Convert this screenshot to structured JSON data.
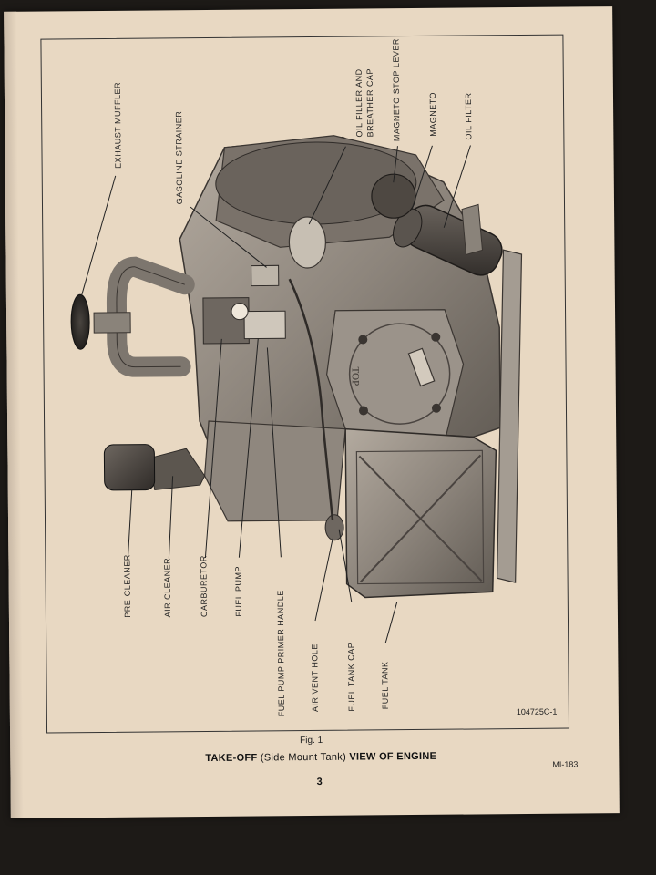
{
  "labels": {
    "exhaust_muffler": "EXHAUST MUFFLER",
    "gasoline_strainer": "GASOLINE STRAINER",
    "oil_filler": "OIL FILLER AND",
    "oil_filler_2": "BREATHER CAP",
    "magneto_stop_lever": "MAGNETO STOP LEVER",
    "magneto": "MAGNETO",
    "oil_filter": "OIL FILTER",
    "pre_cleaner": "PRE-CLEANER",
    "air_cleaner": "AIR CLEANER",
    "carburetor": "CARBURETOR",
    "fuel_pump": "FUEL PUMP",
    "fuel_pump_primer_handle": "FUEL PUMP PRIMER HANDLE",
    "air_vent_hole": "AIR VENT HOLE",
    "fuel_tank_cap": "FUEL TANK CAP",
    "fuel_tank": "FUEL TANK",
    "top_stamp": "TOP"
  },
  "figure_number": "Fig. 1",
  "caption": {
    "main_start": "TAKE-OFF",
    "sub": "(Side Mount Tank)",
    "main_end": "VIEW OF ENGINE"
  },
  "page_number": "3",
  "part_number": "104725C-1",
  "document_number": "MI-183"
}
